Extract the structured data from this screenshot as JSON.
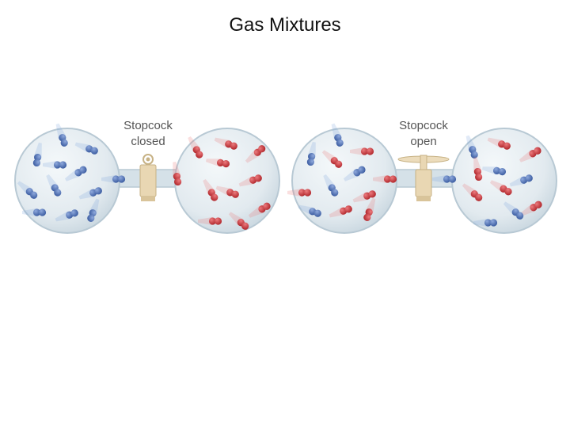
{
  "slide": {
    "title": "Gas Mixtures"
  },
  "panels": [
    {
      "state": "closed",
      "label_line1": "Stopcock",
      "label_line2": "closed",
      "left_bulb_gas": "blue",
      "right_bulb_gas": "red"
    },
    {
      "state": "open",
      "label_line1": "Stopcock",
      "label_line2": "open",
      "left_bulb_gas": "mixed",
      "right_bulb_gas": "mixed"
    }
  ],
  "colors": {
    "blue_molecule": "#4a6fb5",
    "red_molecule": "#c8353a",
    "bulb_fill": "#e4ecf1",
    "bulb_edge": "#b8c9d4",
    "stopcock": "#e9d7b3"
  }
}
